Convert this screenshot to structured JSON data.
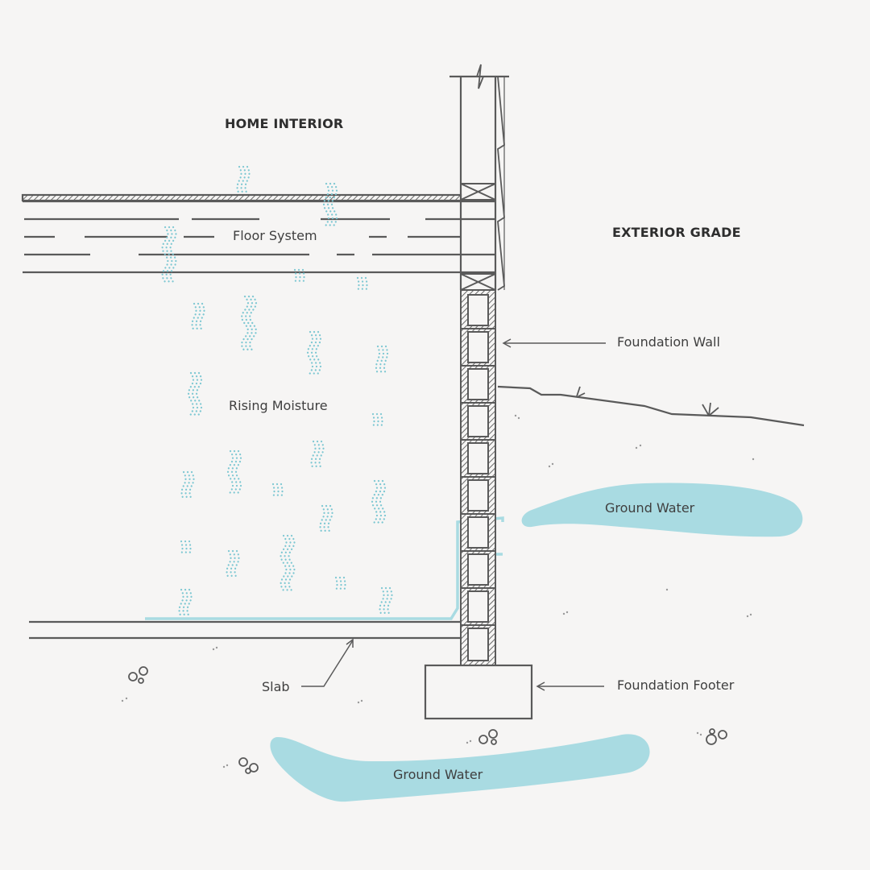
{
  "labels": {
    "home_interior": "HOME INTERIOR",
    "exterior_grade": "EXTERIOR GRADE",
    "floor_system": "Floor System",
    "rising_moisture": "Rising Moisture",
    "foundation_wall": "Foundation Wall",
    "ground_water_right": "Ground Water",
    "ground_water_bottom": "Ground Water",
    "slab": "Slab",
    "foundation_footer": "Foundation Footer"
  },
  "colors": {
    "line": "#5a5a5a",
    "water": "#a9dbe2",
    "moisture": "#7cc7d2",
    "background": "#f6f5f4"
  }
}
